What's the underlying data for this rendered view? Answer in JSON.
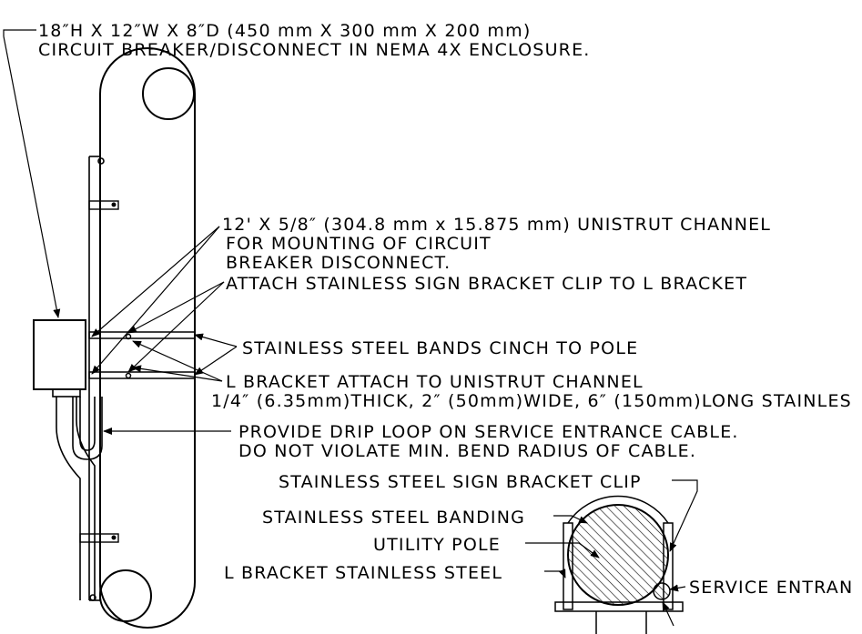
{
  "labels": {
    "enclosure_line1": "18″H X 12″W X 8″D (450 mm X 300 mm X 200 mm)",
    "enclosure_line2": "CIRCUIT BREAKER/DISCONNECT IN NEMA 4X ENCLOSURE.",
    "unistrut_line1": "12' X 5/8″ (304.8 mm x 15.875 mm) UNISTRUT CHANNEL",
    "unistrut_line2": "FOR MOUNTING OF CIRCUIT",
    "unistrut_line3": "BREAKER DISCONNECT.",
    "attach_clip": "ATTACH STAINLESS SIGN BRACKET CLIP TO L BRACKET",
    "bands": "STAINLESS STEEL BANDS CINCH TO POLE",
    "lbracket_line1": "L BRACKET ATTACH TO UNISTRUT CHANNEL",
    "lbracket_line2": "1/4″ (6.35mm)THICK, 2″ (50mm)WIDE, 6″ (150mm)LONG STAINLES",
    "drip_line1": "PROVIDE DRIP LOOP ON SERVICE ENTRANCE CABLE.",
    "drip_line2": "DO NOT VIOLATE MIN. BEND RADIUS OF CABLE.",
    "sign_clip": "STAINLESS STEEL SIGN BRACKET CLIP",
    "banding": "STAINLESS STEEL BANDING",
    "utility_pole": "UTILITY POLE",
    "l_bracket_ss": "L BRACKET STAINLESS STEEL",
    "service_entrance": "SERVICE ENTRAN"
  }
}
